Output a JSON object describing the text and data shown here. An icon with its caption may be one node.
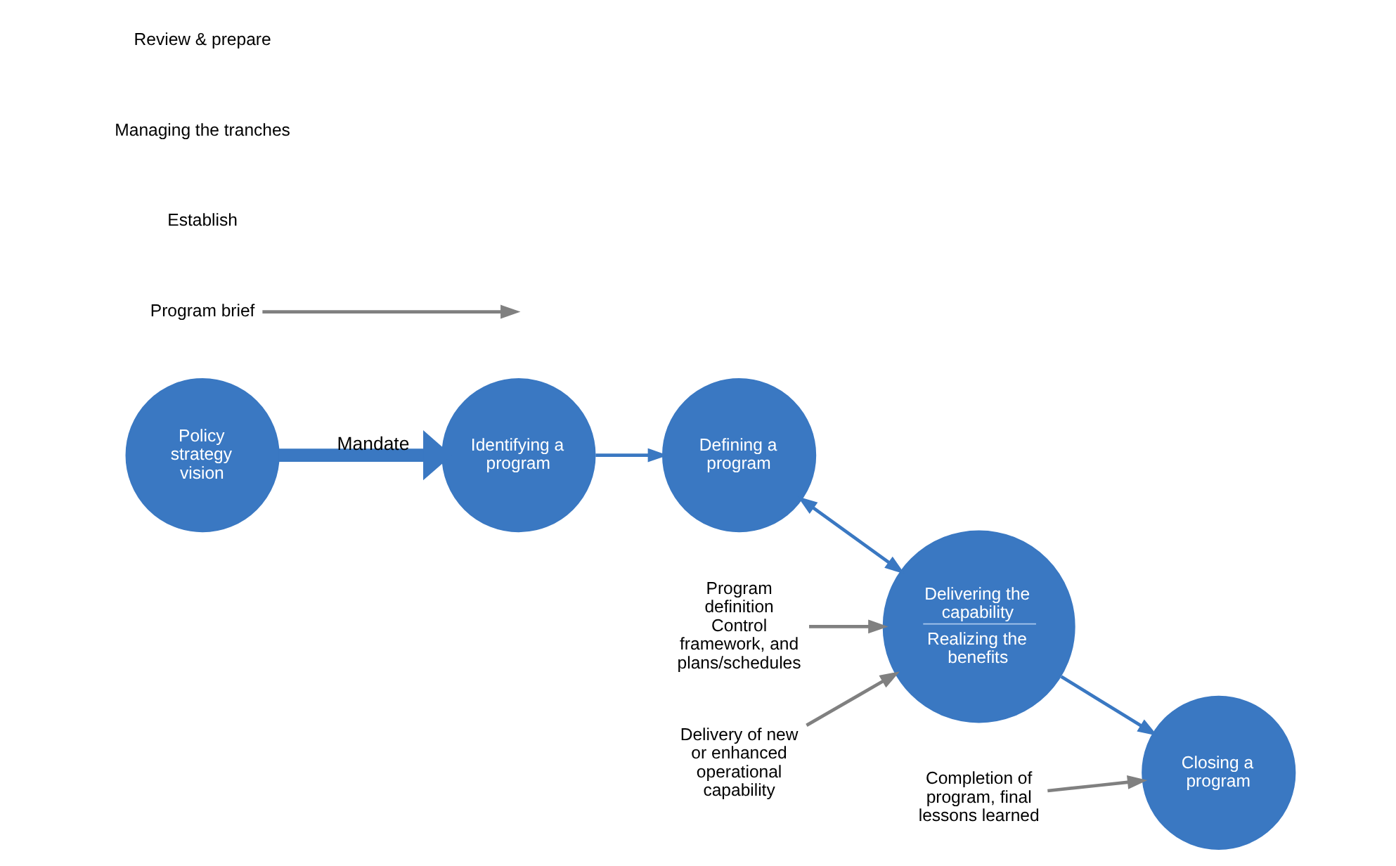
{
  "diagram": {
    "nodes": [
      {
        "text": [
          "Policy strategy vision"
        ]
      },
      {
        "text": [
          "Identifying a program"
        ]
      },
      {
        "text": [
          "Program brief"
        ]
      },
      {
        "text": [
          "Defining a program"
        ]
      },
      {
        "text": [
          "Program definition Control framework, and plans/schedules"
        ]
      },
      {
        "text": [
          "Delivering the capability",
          "Realizing the benefits"
        ]
      },
      {
        "text": [
          "Closing a program"
        ]
      },
      {
        "text": [
          "Delivery of new or enhanced operational capability"
        ]
      },
      {
        "text": [
          "Completion of program, final lessons learned"
        ]
      }
    ],
    "edges": [
      {
        "from": 0,
        "to": 1,
        "arrow": "to",
        "label": "Mandate",
        "style": "thick"
      },
      {
        "from": 1,
        "to": 3,
        "arrow": "to"
      },
      {
        "from": 2,
        "to": null,
        "arrow": "to",
        "color": "#808080"
      },
      {
        "from": 3,
        "to": 5,
        "arrow": "both"
      },
      {
        "from": 4,
        "to": 5,
        "arrow": "to",
        "color": "#808080"
      },
      {
        "from": 5,
        "to": 6,
        "arrow": "to"
      },
      {
        "from": 7,
        "to": 5,
        "arrow": "to",
        "color": "#808080"
      },
      {
        "from": 8,
        "to": 6,
        "arrow": "to",
        "color": "#808080"
      }
    ],
    "labels": [
      "Establish",
      "Managing the tranches",
      "Review & prepare"
    ]
  }
}
